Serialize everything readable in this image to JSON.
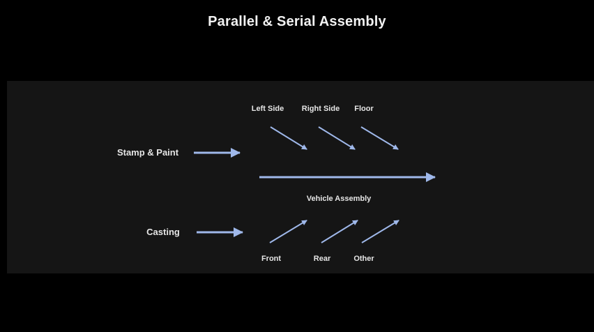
{
  "slide": {
    "title": "Parallel & Serial Assembly"
  },
  "diagram": {
    "inputs": {
      "stamp_paint": "Stamp & Paint",
      "casting": "Casting"
    },
    "main_line": "Vehicle Assembly",
    "upper_parts": [
      "Left Side",
      "Right Side",
      "Floor"
    ],
    "lower_parts": [
      "Front",
      "Rear",
      "Other"
    ],
    "colors": {
      "arrow": "#9fb8ea",
      "background": "#000000",
      "panel": "#151515",
      "text": "#e6e6e6"
    }
  }
}
